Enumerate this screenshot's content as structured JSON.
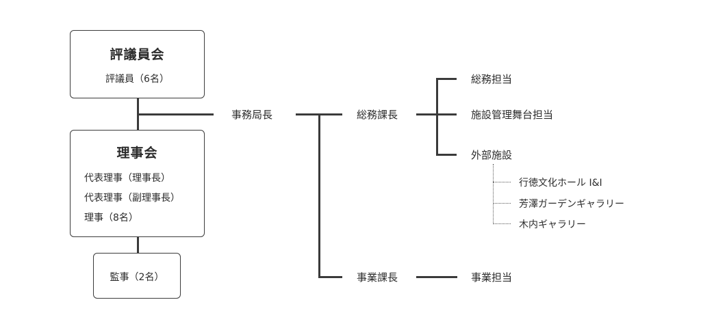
{
  "council": {
    "title": "評議員会",
    "member": "評議員（6名）"
  },
  "board": {
    "title": "理事会",
    "lines": [
      "代表理事（理事長）",
      "代表理事（副理事長）",
      "理事（8名）"
    ]
  },
  "auditor": {
    "label": "監事（2名）"
  },
  "secretary_general": "事務局長",
  "general_affairs_manager": "総務課長",
  "business_manager": "事業課長",
  "general_affairs_units": [
    "総務担当",
    "施設管理舞台担当",
    "外部施設"
  ],
  "external_facilities": [
    "行徳文化ホール I&I",
    "芳澤ガーデンギャラリー",
    "木内ギャラリー"
  ],
  "business_unit": "事業担当"
}
